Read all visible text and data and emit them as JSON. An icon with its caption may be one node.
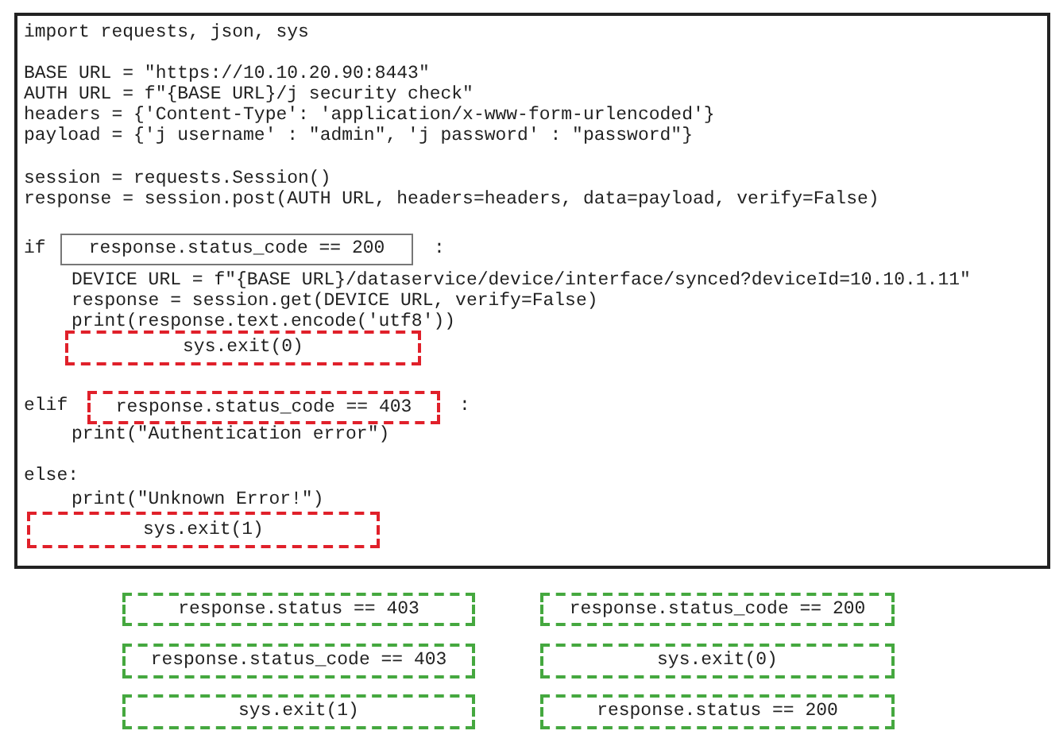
{
  "diagram": {
    "nodes": [
      {
        "text": [
          "import requests, json, sys",
          "BASE URL = \"https://10.10.20.90:8443\"",
          "AUTH URL = f\"{BASE URL}/j security check\"",
          "headers = {'Content-Type': 'application/x-www-form-urlencoded'}",
          "payload = {'j username' : \"admin\", 'j password' : \"password\"}",
          "session = requests.Session()",
          "response = session.post(AUTH URL, headers=headers, data=payload, verify=False)",
          "if",
          ":",
          "DEVICE URL = f\"{BASE URL}/dataservice/device/interface/synced?deviceId=10.10.1.11\"",
          "response = session.get(DEVICE URL, verify=False)",
          "print(response.text.encode('utf8'))",
          "elif",
          ":",
          "print(\"Authentication error\")",
          "else:",
          "print(\"Unknown Error!\")"
        ]
      },
      {
        "text": [
          "response.status_code == 200"
        ],
        "in": 0
      },
      {
        "text": [
          "sys.exit(0)"
        ],
        "in": 0
      },
      {
        "text": [
          "response.status_code == 403"
        ],
        "in": 0
      },
      {
        "text": [
          "sys.exit(1)"
        ],
        "in": 0
      },
      {
        "text": [
          "response.status == 403"
        ]
      },
      {
        "text": [
          "response.status_code == 200"
        ]
      },
      {
        "text": [
          "response.status_code == 403"
        ]
      },
      {
        "text": [
          "sys.exit(0)"
        ]
      },
      {
        "text": [
          "sys.exit(1)"
        ]
      },
      {
        "text": [
          "response.status == 200"
        ]
      }
    ]
  }
}
